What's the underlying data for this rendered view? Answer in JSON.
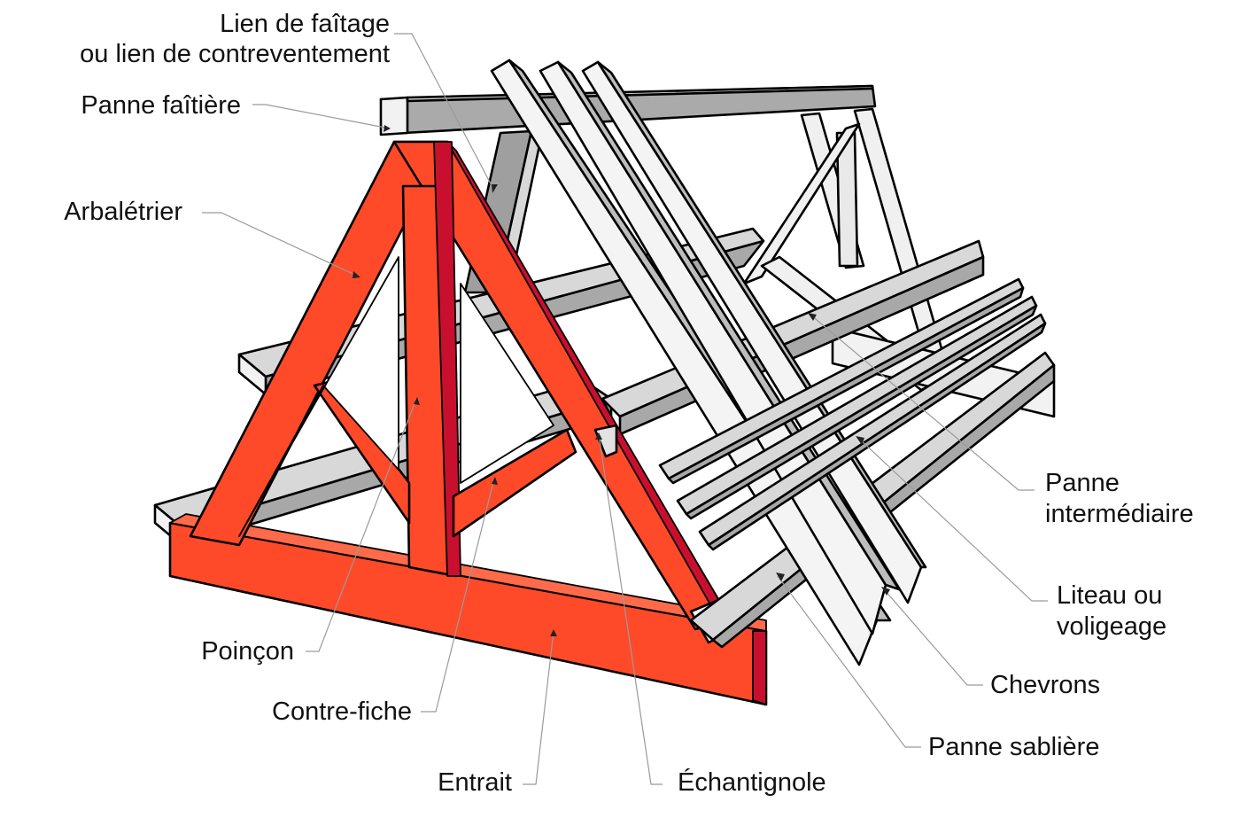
{
  "labels": {
    "lien": [
      "Lien de faîtage",
      "ou lien de contreventement"
    ],
    "panne_faitiere": "Panne faîtière",
    "arbaletrier": "Arbalétrier",
    "poincon": "Poinçon",
    "contre_fiche": "Contre-fiche",
    "entrait": "Entrait",
    "echantignole": "Échantignole",
    "panne_intermediaire": [
      "Panne",
      "intermédiaire"
    ],
    "liteau": [
      "Liteau ou",
      "voligeage"
    ],
    "chevrons": "Chevrons",
    "panne_sabliere": "Panne sablière"
  },
  "colors": {
    "truss_face": "#ff4a2a",
    "truss_shadow": "#c8102e",
    "grey_top": "#d6d6d6",
    "grey_side": "#a9a9a9",
    "white_wood": "#f2f2f2",
    "outline": "#000000",
    "leader": "#9a9a9a"
  }
}
